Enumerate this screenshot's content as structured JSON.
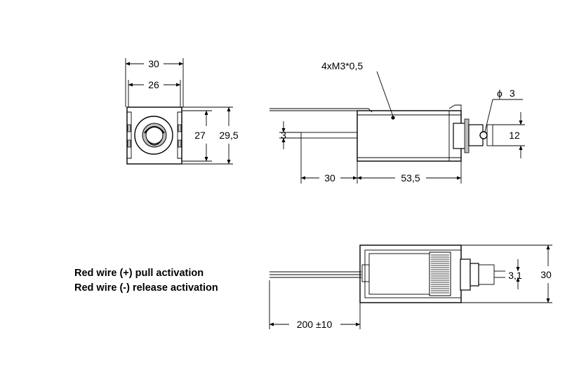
{
  "front_view": {
    "width_outer": "30",
    "width_inner": "26",
    "height_inner": "27",
    "height_outer": "29,5"
  },
  "side_view": {
    "thread_note": "4xM3*0,5",
    "hole_diameter_symbol": "ϕ",
    "hole_diameter": "3",
    "plunger_diameter": "12",
    "wire_height": "3",
    "wire_length": "30",
    "body_length": "53,5"
  },
  "bottom_view": {
    "plunger_small": "3,1",
    "height": "30",
    "cable_length": "200 ±10"
  },
  "notes": {
    "line1": "Red wire (+) pull activation",
    "line2": "Red wire (-) release activation"
  }
}
